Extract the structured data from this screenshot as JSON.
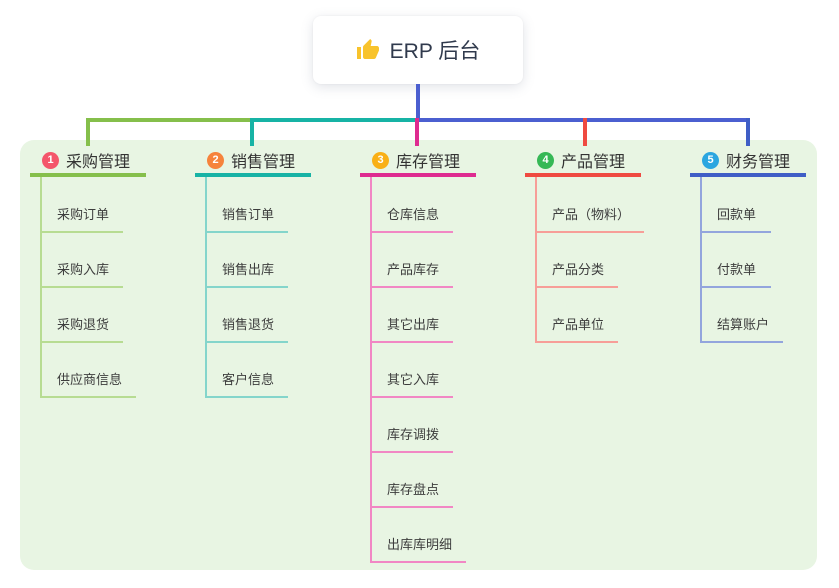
{
  "root": {
    "title": "ERP 后台",
    "icon": "thumbs-up-icon",
    "line_color": "#4b5fd0"
  },
  "panel": {
    "bg_color": "#e8f5e3"
  },
  "branches": [
    {
      "num": "1",
      "label": "采购管理",
      "circle_color": "#f4566b",
      "line_color": "#85bf4b",
      "child_line_color": "#b7dc92",
      "children": [
        "采购订单",
        "采购入库",
        "采购退货",
        "供应商信息"
      ]
    },
    {
      "num": "2",
      "label": "销售管理",
      "circle_color": "#f6833c",
      "line_color": "#17b3a5",
      "child_line_color": "#84d5cb",
      "children": [
        "销售订单",
        "销售出库",
        "销售退货",
        "客户信息"
      ]
    },
    {
      "num": "3",
      "label": "库存管理",
      "circle_color": "#f9b016",
      "line_color": "#de2b90",
      "child_line_color": "#f187c4",
      "children": [
        "仓库信息",
        "产品库存",
        "其它出库",
        "其它入库",
        "库存调拨",
        "库存盘点",
        "出库库明细"
      ]
    },
    {
      "num": "4",
      "label": "产品管理",
      "circle_color": "#36b856",
      "line_color": "#ef4a41",
      "child_line_color": "#f79e98",
      "children": [
        "产品（物料）",
        "产品分类",
        "产品单位"
      ]
    },
    {
      "num": "5",
      "label": "财务管理",
      "circle_color": "#2ba6e0",
      "line_color": "#3f5ec6",
      "child_line_color": "#93a5dd",
      "children": [
        "回款单",
        "付款单",
        "结算账户"
      ]
    }
  ]
}
